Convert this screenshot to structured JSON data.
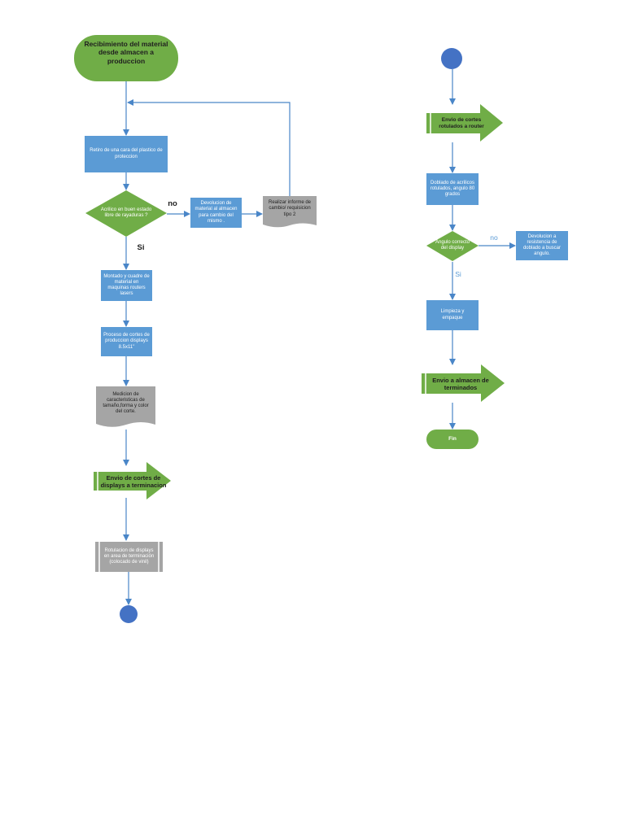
{
  "colors": {
    "green": "#70ad47",
    "blue": "#5b9bd5",
    "gray": "#a5a5a5",
    "connector": "#4a86c8",
    "circle": "#4472c4"
  },
  "flow_left": {
    "start": "Recibimiento del material desde almacen a produccion",
    "step_remove_film": "Retiro de una cara del plastico de proteccion",
    "decision_scratches": "Acrilico en buen estado libre de rayaduras ?",
    "label_no": "no",
    "label_si": "Si",
    "step_return_material": "Devolucion de material al almacen para cambio del mismo .",
    "doc_report": "Realizar informe de cambio/ requisicion tipo 2",
    "step_mount": "Montado y cuadre de material  en maquinas  routers lasers",
    "step_cut": "Proceso de cortes de produccion displays 8.5x11\"",
    "doc_measure": "Medicion de caracteristicas de tamaño,forma y color del corte.",
    "arrow_send_finishing": "Envio de cortes de displays a terminacion",
    "step_labeling": "Rotulacion de displays en area de terminación (colocado de vinil)"
  },
  "flow_right": {
    "arrow_send_router": "Envio de cortes rotulados a router",
    "step_bend": "Doblado de acrilicos rotulados, angulo 80 grados",
    "decision_angle": "Angulo correcto del display",
    "label_no": "no",
    "label_si": "Si",
    "step_return_bend": "Devolucion a resistencia de doblado a buscar angulo.",
    "step_clean": "Limpieza y empaque",
    "arrow_send_warehouse": "Envio a almacen de terminados",
    "end": "Fin"
  }
}
